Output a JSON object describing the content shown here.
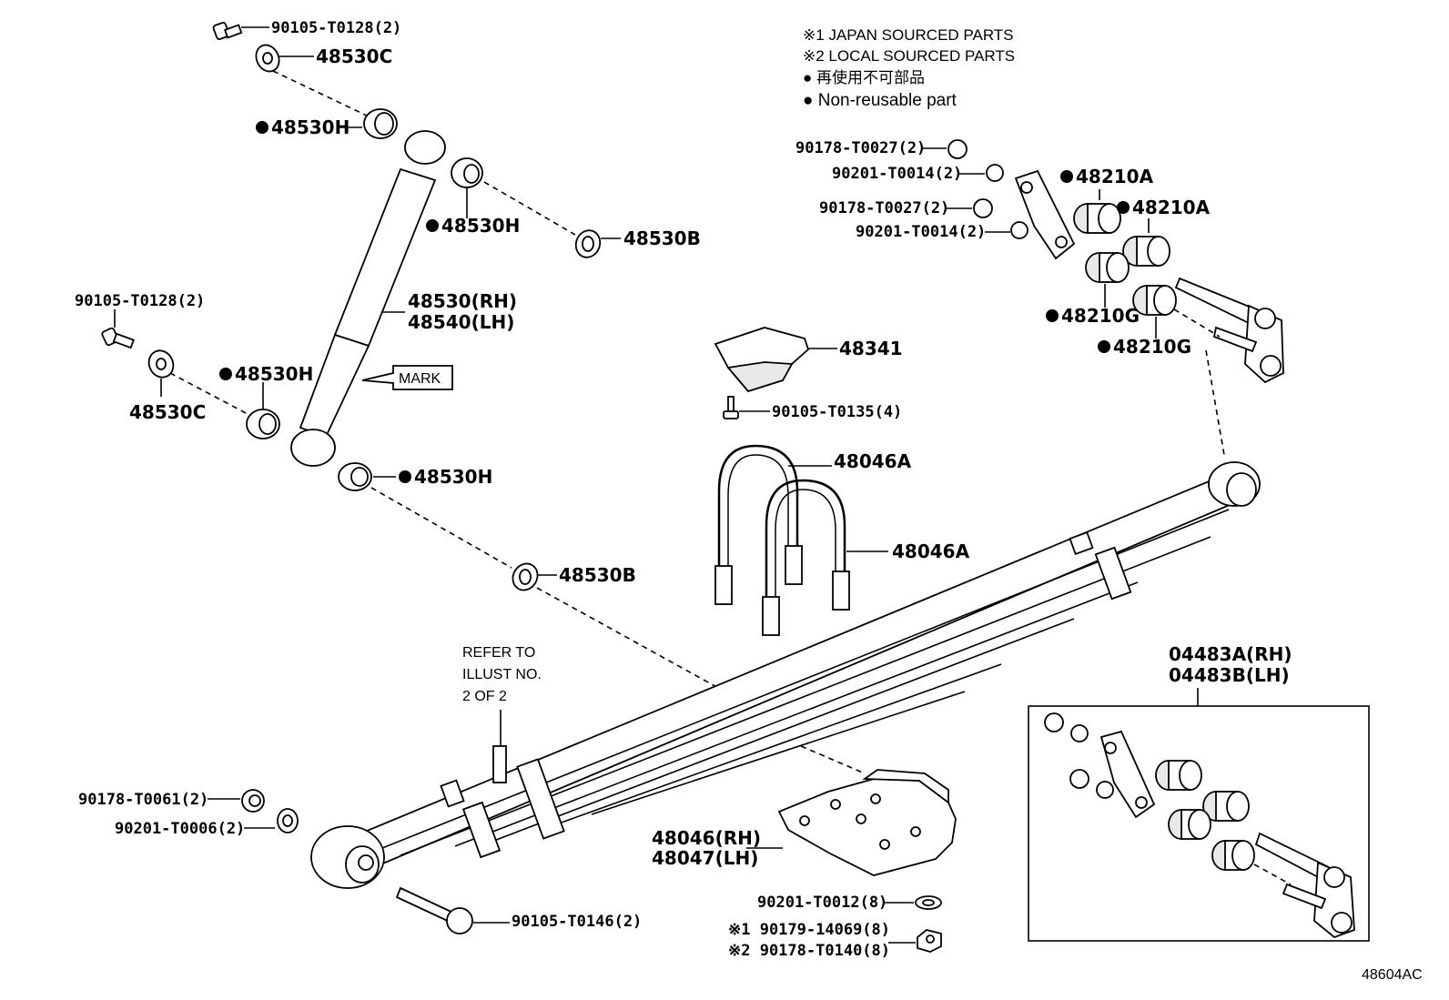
{
  "notes": {
    "japan": "※1 JAPAN SOURCED PARTS",
    "local": "※2 LOCAL SOURCED PARTS",
    "nonreuse_jp": "● 再使用不可部品",
    "nonreuse_en": "● Non-reusable part"
  },
  "labels": {
    "bolt_top": "90105-T0128(2)",
    "washer_c_top": "48530C",
    "bushing_h_1": "48530H",
    "bushing_h_2": "48530H",
    "washer_b_top": "48530B",
    "shock_rh": "48530(RH)",
    "shock_lh": "48540(LH)",
    "mark": "MARK",
    "bolt_left": "90105-T0128(2)",
    "washer_c_left": "48530C",
    "bushing_h_3": "48530H",
    "bushing_h_4": "48530H",
    "washer_b_bottom": "48530B",
    "nut_1": "90178-T0027(2)",
    "washer_1": "90201-T0014(2)",
    "nut_2": "90178-T0027(2)",
    "washer_2": "90201-T0014(2)",
    "bush_a_1": "48210A",
    "bush_a_2": "48210A",
    "bush_g_1": "48210G",
    "bush_g_2": "48210G",
    "bumper": "48341",
    "bumper_bolt": "90105-T0135(4)",
    "ubolt_1": "48046A",
    "ubolt_2": "48046A",
    "refer_1": "REFER TO",
    "refer_2": "ILLUST NO.",
    "refer_3": "2 OF 2",
    "nut_front": "90178-T0061(2)",
    "washer_front": "90201-T0006(2)",
    "front_bolt": "90105-T0146(2)",
    "plate_rh": "48046(RH)",
    "plate_lh": "48047(LH)",
    "washer_plate": "90201-T0012(8)",
    "nut_plate_1": "※1 90179-14069(8)",
    "nut_plate_2": "※2 90178-T0140(8)",
    "kit_rh": "04483A(RH)",
    "kit_lh": "04483B(LH)",
    "diagram_id": "48604AC"
  }
}
